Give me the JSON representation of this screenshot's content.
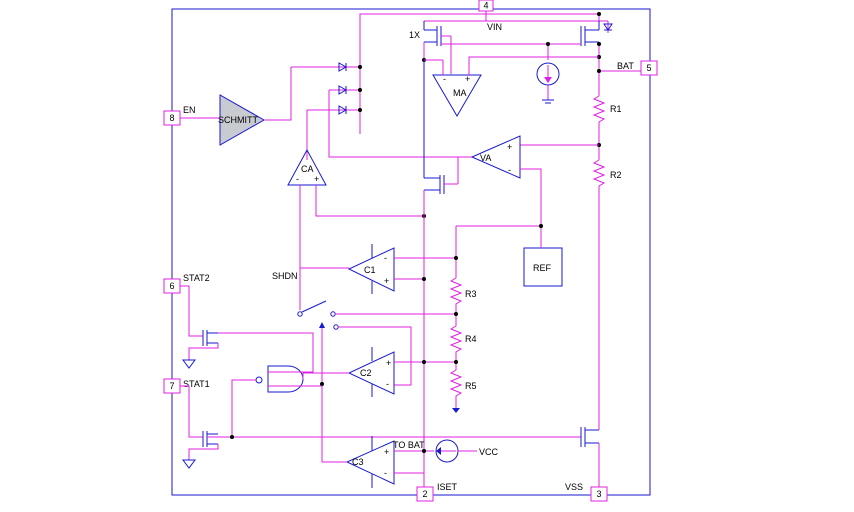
{
  "pins": {
    "p4": {
      "num": "4",
      "name": "VIN"
    },
    "p5": {
      "num": "5",
      "name": "BAT"
    },
    "p8": {
      "num": "8",
      "name": "EN"
    },
    "p6": {
      "num": "6",
      "name": "STAT2"
    },
    "p7": {
      "num": "7",
      "name": "STAT1"
    },
    "p2": {
      "num": "2",
      "name": "ISET"
    },
    "p3": {
      "num": "3",
      "name": "VSS"
    }
  },
  "blocks": {
    "schmitt": "SCHMITT",
    "ma": "MA",
    "va": "VA",
    "ca": "CA",
    "c1": "C1",
    "c2": "C2",
    "c3": "C3",
    "ref": "REF"
  },
  "labels": {
    "mirror": "1X",
    "shdn": "SHDN",
    "tobat": "TO BAT",
    "vcc": "VCC",
    "r1": "R1",
    "r2": "R2",
    "r3": "R3",
    "r4": "R4",
    "r5": "R5",
    "plus": "+",
    "minus": "-"
  }
}
